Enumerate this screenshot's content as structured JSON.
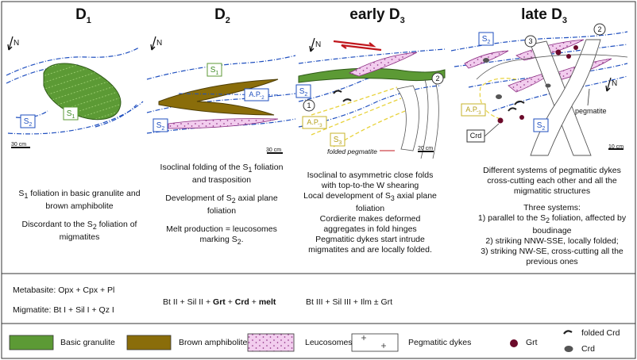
{
  "columns": [
    {
      "title": "D",
      "title_sub": "1",
      "desc": [
        {
          "pre": "S",
          "sub": "1",
          "post": " foliation in basic granulite and brown amphibolite"
        },
        {
          "pre": "Discordant to the S",
          "sub": "2",
          "post": " foliation of migmatites"
        }
      ],
      "scale": "30 cm"
    },
    {
      "title": "D",
      "title_sub": "2",
      "desc": [
        {
          "pre": "Isoclinal folding of the S",
          "sub": "1",
          "post": " foliation and trasposition"
        },
        {
          "pre": "Development of S",
          "sub": "2",
          "post": " axial plane foliation"
        },
        {
          "pre": "Melt production = leucosomes marking S",
          "sub": "2",
          "post": "."
        }
      ],
      "scale": "30 cm"
    },
    {
      "title": "early D",
      "title_sub": "3",
      "desc": [
        {
          "pre": "Isoclinal to asymmetric close folds with top-to-the W shearing",
          "sub": "",
          "post": ""
        },
        {
          "pre": "Local development of S",
          "sub": "3",
          "post": " axial plane foliation"
        },
        {
          "pre": "Cordierite makes deformed aggregates in fold hinges",
          "sub": "",
          "post": ""
        },
        {
          "pre": "Pegmatitic dykes start intrude migmatites and are locally folded.",
          "sub": "",
          "post": ""
        }
      ],
      "scale": "20 cm",
      "annotation": "folded pegmatite"
    },
    {
      "title": "late D",
      "title_sub": "3",
      "desc": [
        {
          "pre": "Different systems of pegmatitic dykes cross-cutting each other and all the migmatitic structures",
          "sub": "",
          "post": ""
        },
        {
          "pre": "Three systems:",
          "sub": "",
          "post": ""
        },
        {
          "pre": "1) parallel to the S",
          "sub": "2",
          "post": " foliation, affected by boudinage"
        },
        {
          "pre": "2) striking NNW-SSE, locally folded;",
          "sub": "",
          "post": ""
        },
        {
          "pre": "3) striking NW-SE, cross-cutting all the previous ones",
          "sub": "",
          "post": ""
        }
      ],
      "scale": "10 cm",
      "pegmatite_label": "pegmatite",
      "crd_label": "Crd"
    }
  ],
  "labels": {
    "north": "N",
    "s1": "S",
    "s1_sub": "1",
    "s2": "S",
    "s2_sub": "2",
    "s3": "S",
    "s3_sub": "3",
    "ap2": "A.P.",
    "ap2_sub": "2",
    "ap3": "A.P.",
    "ap3_sub": "3",
    "n1": "1",
    "n2": "2",
    "n3": "3"
  },
  "minerals": {
    "metabasite": "Metabasite: Opx + Cpx + Pl",
    "migmatite": "Migmatite: Bt I + Sil I + Qz I",
    "d2_a": "Bt II + Sil II + ",
    "d2_b": "Grt",
    "d2_c": " + ",
    "d2_d": "Crd",
    "d2_e": " + ",
    "d2_f": "melt",
    "d3": "Bt III + Sil III + Ilm ± Grt"
  },
  "legend": {
    "basic_granulite": "Basic granulite",
    "brown_amphibolite": "Brown amphibolite",
    "leucosomes": "Leucosomes",
    "pegmatitic_dykes": "Pegmatitic dykes",
    "grt": "Grt",
    "folded_crd": "folded Crd",
    "crd": "Crd"
  },
  "colors": {
    "granulite": "#5c9a35",
    "amphibolite": "#8a6d0a",
    "leucosome": "#f2cdee",
    "s2_line": "#1f4fbf",
    "s3_line": "#e8d23a",
    "grt": "#6b0a2a",
    "shear": "#c0161c"
  }
}
